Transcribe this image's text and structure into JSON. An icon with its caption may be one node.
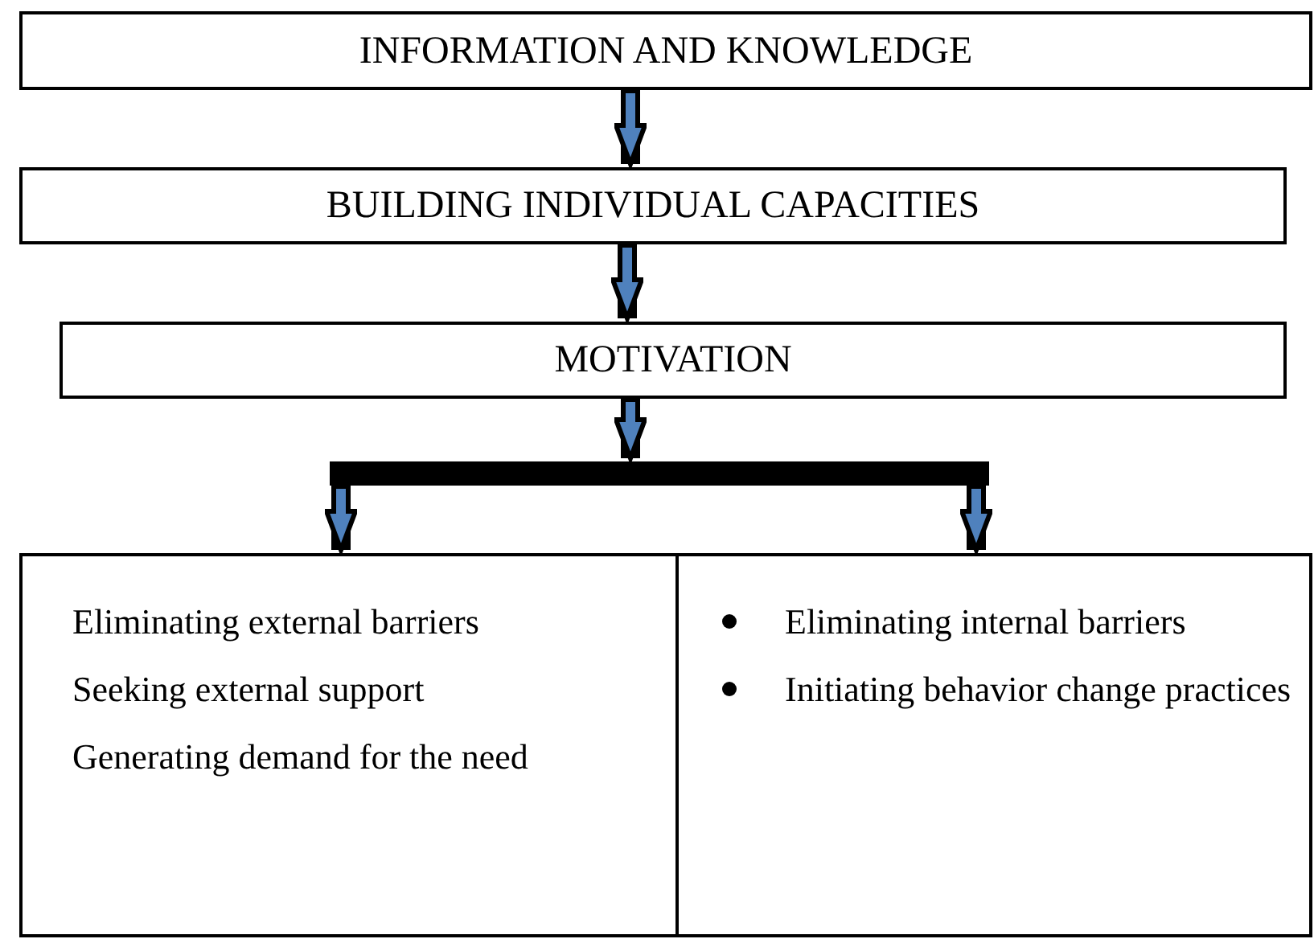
{
  "diagram": {
    "nodes": [
      {
        "text": [
          "INFORMATION AND KNOWLEDGE"
        ]
      },
      {
        "text": [
          "BUILDING INDIVIDUAL CAPACITIES"
        ]
      },
      {
        "text": [
          "MOTIVATION"
        ]
      },
      {
        "text": [],
        "shape": "bar"
      },
      {
        "text": [
          "Eliminating external barriers",
          "Seeking external support",
          "Generating demand for the need"
        ]
      },
      {
        "text": [
          "Eliminating internal barriers",
          "Initiating behavior change practices"
        ]
      }
    ],
    "edges": [
      {
        "from": 0,
        "to": 1,
        "arrow": "to"
      },
      {
        "from": 1,
        "to": 2,
        "arrow": "to"
      },
      {
        "from": 2,
        "to": 3,
        "arrow": "to"
      },
      {
        "from": 3,
        "to": 4,
        "arrow": "to"
      },
      {
        "from": 3,
        "to": 5,
        "arrow": "to"
      }
    ]
  }
}
